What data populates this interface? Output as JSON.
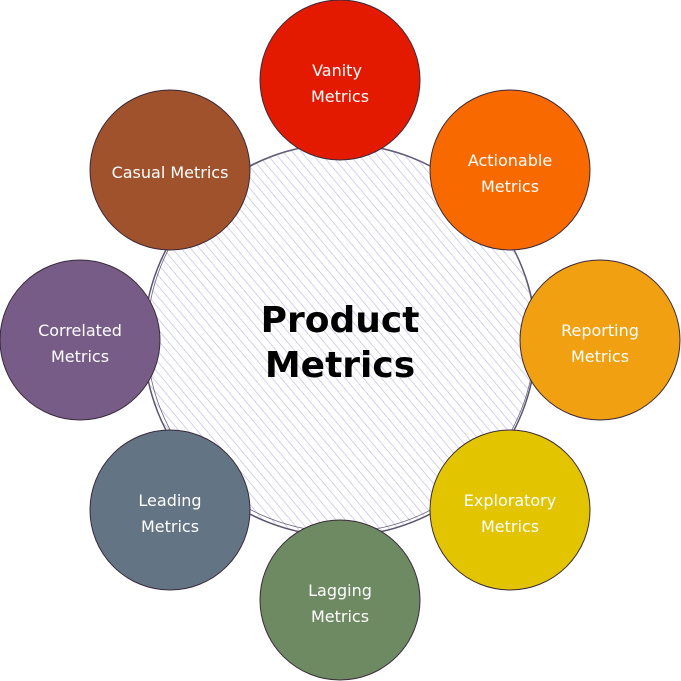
{
  "center": {
    "title_line1": "Product",
    "title_line2": "Metrics",
    "fill": "#ffffff",
    "hatch_color": "#b8b4e0",
    "stroke": "#5a5470"
  },
  "nodes": [
    {
      "line1": "Vanity",
      "line2": "Metrics",
      "fill": "#e31a00",
      "stroke": "#3a2a3a"
    },
    {
      "line1": "Actionable",
      "line2": "Metrics",
      "fill": "#f86a00",
      "stroke": "#3a2a3a"
    },
    {
      "line1": "Reporting",
      "line2": "Metrics",
      "fill": "#f0a010",
      "stroke": "#3a2a3a"
    },
    {
      "line1": "Exploratory",
      "line2": "Metrics",
      "fill": "#e2c400",
      "stroke": "#3a2a3a"
    },
    {
      "line1": "Lagging",
      "line2": "Metrics",
      "fill": "#6e8a62",
      "stroke": "#3a2a3a"
    },
    {
      "line1": "Leading",
      "line2": "Metrics",
      "fill": "#637484",
      "stroke": "#3a2a3a"
    },
    {
      "line1": "Correlated",
      "line2": "Metrics",
      "fill": "#785c88",
      "stroke": "#3a2a3a"
    },
    {
      "line1": "Casual Metrics",
      "line2": "",
      "fill": "#a0522d",
      "stroke": "#3a2a3a"
    }
  ]
}
